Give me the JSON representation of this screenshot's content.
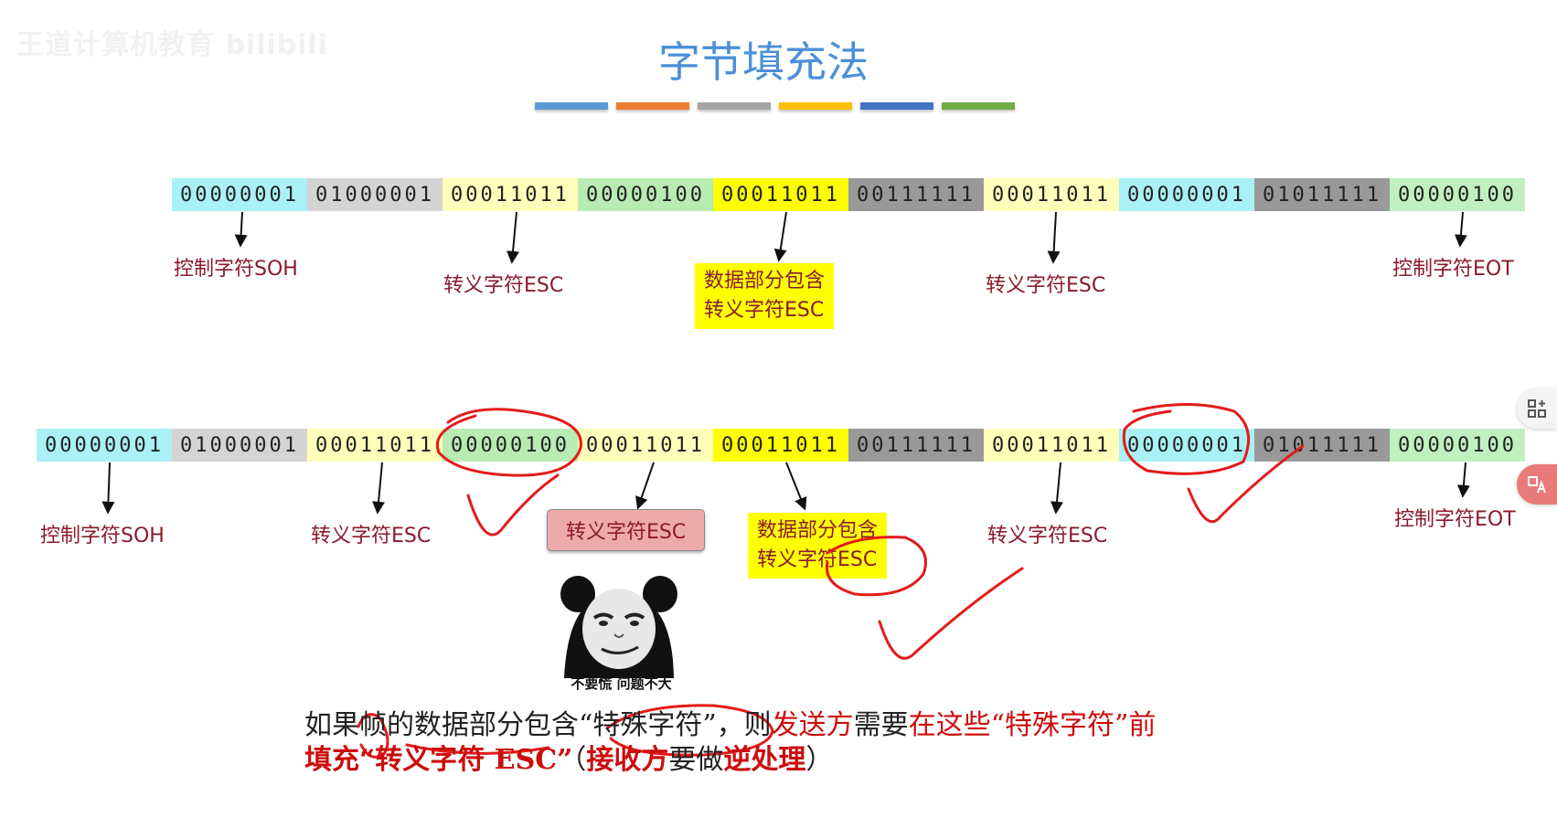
{
  "watermark": "王道计算机教育 bilibili",
  "title": "字节填充法",
  "colors": {
    "soh": "#aaf1f5",
    "gray": "#d4d4d4",
    "esc": "#ffffbb",
    "data": "#b8ecb3",
    "dataesc": "#ffff00",
    "dark": "#999999",
    "eot": "#c0f0c0",
    "label": "#8b1a2b",
    "annot": "#e31b1b",
    "title": "#4a90d9"
  },
  "stripes": [
    "#5b9bd5",
    "#ed7d31",
    "#a5a5a5",
    "#ffc000",
    "#4472c4",
    "#70ad47"
  ],
  "row1": [
    {
      "value": "00000001",
      "color": "soh"
    },
    {
      "value": "01000001",
      "color": "gray"
    },
    {
      "value": "00011011",
      "color": "esc"
    },
    {
      "value": "00000100",
      "color": "data"
    },
    {
      "value": "00011011",
      "color": "dataesc"
    },
    {
      "value": "00111111",
      "color": "dark"
    },
    {
      "value": "00011011",
      "color": "esc"
    },
    {
      "value": "00000001",
      "color": "soh"
    },
    {
      "value": "01011111",
      "color": "dark"
    },
    {
      "value": "00000100",
      "color": "eot"
    }
  ],
  "row2": [
    {
      "value": "00000001",
      "color": "soh"
    },
    {
      "value": "01000001",
      "color": "gray"
    },
    {
      "value": "00011011",
      "color": "esc"
    },
    {
      "value": "00000100",
      "color": "data"
    },
    {
      "value": "00011011",
      "color": "esc"
    },
    {
      "value": "00011011",
      "color": "dataesc"
    },
    {
      "value": "00111111",
      "color": "dark"
    },
    {
      "value": "00011011",
      "color": "esc"
    },
    {
      "value": "00000001",
      "color": "soh"
    },
    {
      "value": "01011111",
      "color": "dark"
    },
    {
      "value": "00000100",
      "color": "eot"
    }
  ],
  "labels": {
    "soh": "控制字符SOH",
    "esc": "转义字符ESC",
    "data_line1": "数据部分包含",
    "data_line2": "转义字符ESC",
    "eot": "控制字符EOT"
  },
  "meme_caption": "不要慌 问题不大",
  "bottom": {
    "l1a": "如果帧的数据部分包含“特殊字符”，则",
    "l1b": "发送方",
    "l1c": "需要",
    "l1d": "在这些“特殊字符”前",
    "l2a": "填充“转义字符 ESC”",
    "l2b": "（",
    "l2c": "接收方",
    "l2d": "要做",
    "l2e": "逆处理",
    "l2f": "）"
  },
  "side_icons": [
    "apps-icon",
    "translate-icon"
  ]
}
